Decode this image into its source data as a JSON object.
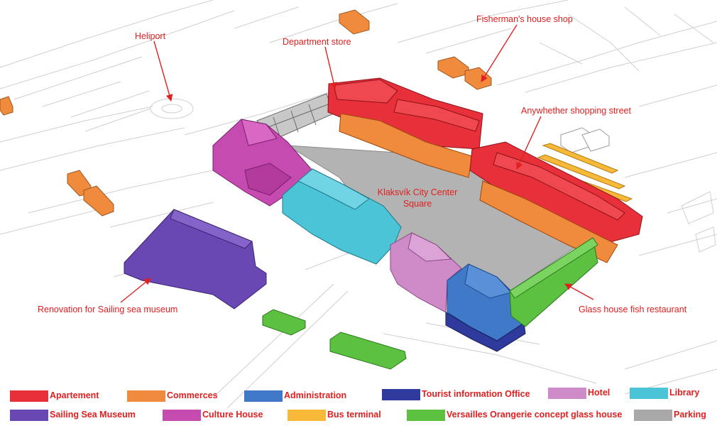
{
  "labels": {
    "heliport": "Heliport",
    "department_store": "Department store",
    "fishermans_shop": "Fisherman's house shop",
    "shopping_street": "Anywhether shopping street",
    "city_center_square": "Klaksvík City Center Square",
    "sailing_museum_renovation": "Renovation for Sailing sea museum",
    "fish_restaurant": "Glass house fish restaurant"
  },
  "legend": [
    {
      "label": "Apartement",
      "color": "#e8303a"
    },
    {
      "label": "Commerces",
      "color": "#f08a3c"
    },
    {
      "label": "Administration",
      "color": "#3f79c8"
    },
    {
      "label": "Tourist information Office",
      "color": "#2e3a9c"
    },
    {
      "label": "Hotel",
      "color": "#cf8ac8"
    },
    {
      "label": "Library",
      "color": "#4cc4d8"
    },
    {
      "label": "Sailing Sea Museum",
      "color": "#6a48b4"
    },
    {
      "label": "Culture House",
      "color": "#c64bb0"
    },
    {
      "label": "Bus terminal",
      "color": "#f8b838"
    },
    {
      "label": "Versailles Orangerie concept glass house",
      "color": "#5cc040"
    },
    {
      "label": "Parking",
      "color": "#a8a8a8"
    }
  ]
}
